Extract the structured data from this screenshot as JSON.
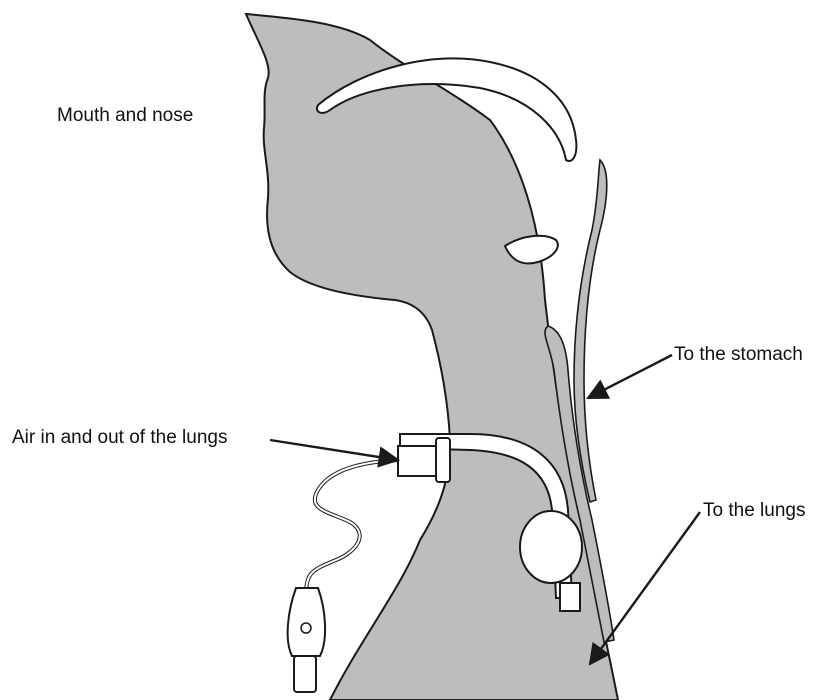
{
  "labels": {
    "mouth_and_nose": "Mouth and nose",
    "air_in_out": "Air in and out of the lungs",
    "to_stomach": "To the stomach",
    "to_lungs": "To the lungs"
  },
  "colors": {
    "airway_fill": "#bdbdbd",
    "outline": "#1a1a1a",
    "tube_fill": "#ffffff",
    "background": "#ffffff"
  }
}
